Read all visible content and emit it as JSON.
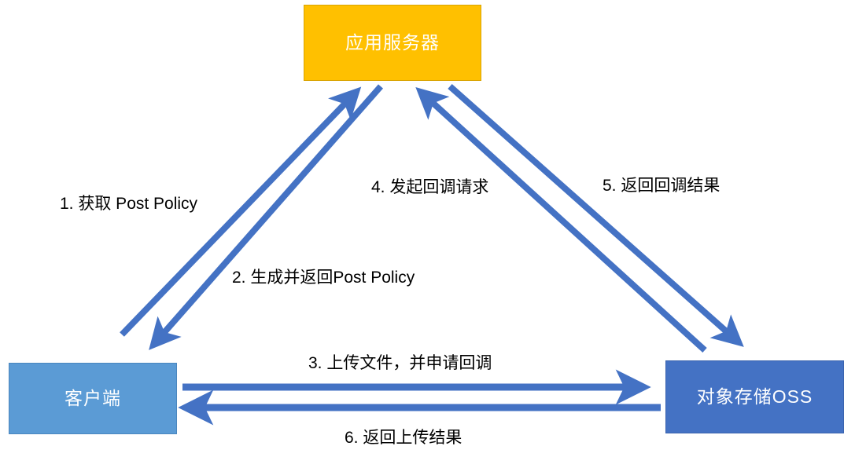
{
  "diagram": {
    "title_present": false,
    "colors": {
      "app_server_fill": "#FFC000",
      "client_fill": "#5B9BD5",
      "oss_fill": "#4472C4",
      "arrow": "#4472C4",
      "node_text": "#FFFFFF",
      "label_text": "#000000",
      "background": "#FFFFFF"
    },
    "nodes": [
      {
        "id": "app-server",
        "label": "应用服务器"
      },
      {
        "id": "client",
        "label": "客户端"
      },
      {
        "id": "oss",
        "label": "对象存储OSS"
      }
    ],
    "edges": [
      {
        "step": "1",
        "label": "1. 获取 Post Policy",
        "from": "client",
        "to": "app-server",
        "direction": "up-right"
      },
      {
        "step": "2",
        "label": "2. 生成并返回Post Policy",
        "from": "app-server",
        "to": "client",
        "direction": "down-left"
      },
      {
        "step": "3",
        "label": "3. 上传文件，并申请回调",
        "from": "client",
        "to": "oss",
        "direction": "right"
      },
      {
        "step": "4",
        "label": "4. 发起回调请求",
        "from": "oss",
        "to": "app-server",
        "direction": "up-left"
      },
      {
        "step": "5",
        "label": "5. 返回回调结果",
        "from": "app-server",
        "to": "oss",
        "direction": "down-right"
      },
      {
        "step": "6",
        "label": "6. 返回上传结果",
        "from": "oss",
        "to": "client",
        "direction": "left"
      }
    ]
  }
}
